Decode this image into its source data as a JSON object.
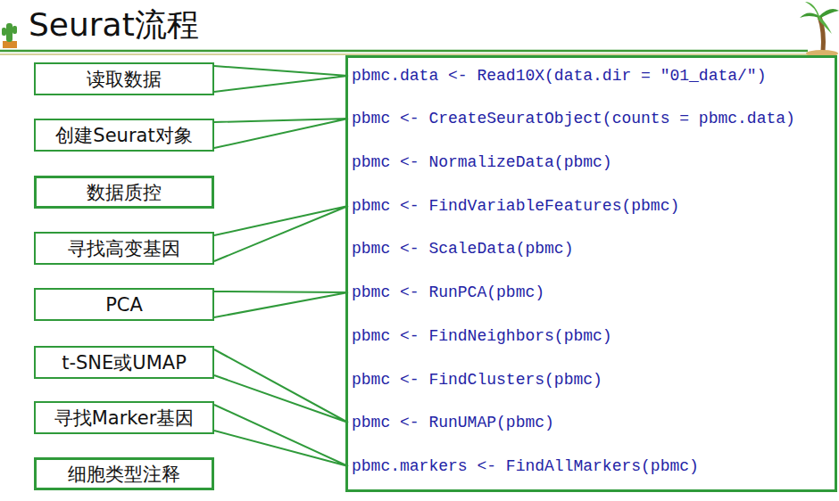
{
  "diagram": {
    "title": "Seurat流程",
    "nodes": [
      {
        "text": [
          "读取数据"
        ]
      },
      {
        "text": [
          "创建Seurat对象"
        ]
      },
      {
        "text": [
          "数据质控"
        ]
      },
      {
        "text": [
          "寻找高变基因"
        ]
      },
      {
        "text": [
          "PCA"
        ]
      },
      {
        "text": [
          "t-SNE或UMAP"
        ]
      },
      {
        "text": [
          "寻找Marker基因"
        ]
      },
      {
        "text": [
          "细胞类型注释"
        ]
      },
      {
        "text": []
      },
      {
        "text": [
          "pbmc.data <- Read10X(data.dir = \"01_data/\")"
        ],
        "in": 8
      },
      {
        "text": [
          "pbmc <- CreateSeuratObject(counts = pbmc.data)"
        ],
        "in": 8
      },
      {
        "text": [
          "pbmc <- NormalizeData(pbmc)"
        ],
        "in": 8
      },
      {
        "text": [
          "pbmc <- FindVariableFeatures(pbmc)"
        ],
        "in": 8
      },
      {
        "text": [
          "pbmc <- ScaleData(pbmc)"
        ],
        "in": 8
      },
      {
        "text": [
          "pbmc <- RunPCA(pbmc)"
        ],
        "in": 8
      },
      {
        "text": [
          "pbmc <- FindNeighbors(pbmc)"
        ],
        "in": 8
      },
      {
        "text": [
          "pbmc <- FindClusters(pbmc)"
        ],
        "in": 8
      },
      {
        "text": [
          "pbmc <- RunUMAP(pbmc)"
        ],
        "in": 8
      },
      {
        "text": [
          "pbmc.markers <- FindAllMarkers(pbmc)"
        ],
        "in": 8
      }
    ],
    "edges": [
      {
        "from": 0,
        "to": 9,
        "arrow": "none"
      },
      {
        "from": 1,
        "to": 10,
        "arrow": "none"
      },
      {
        "from": 3,
        "to": 12,
        "arrow": "none"
      },
      {
        "from": 4,
        "to": 14,
        "arrow": "none"
      },
      {
        "from": 5,
        "to": 17,
        "arrow": "none"
      },
      {
        "from": 6,
        "to": 18,
        "arrow": "none"
      }
    ]
  }
}
